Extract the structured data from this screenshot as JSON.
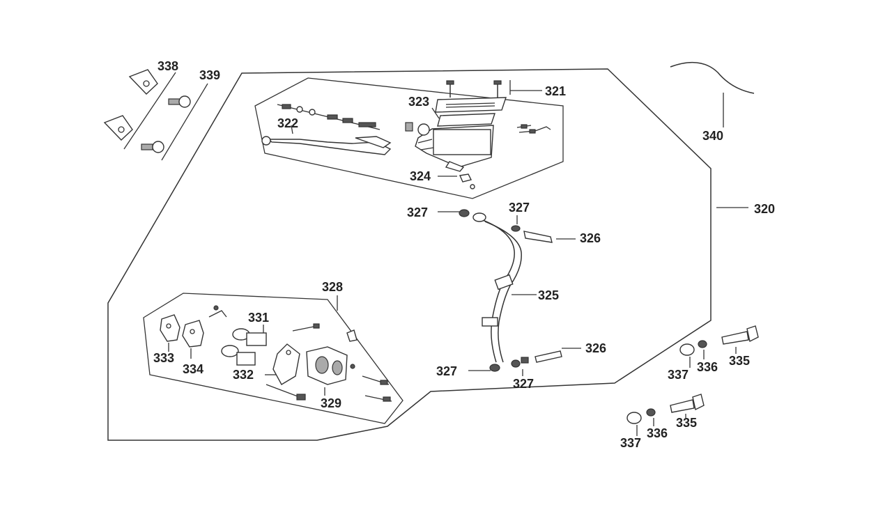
{
  "diagram": {
    "labels": {
      "l338": "338",
      "l339": "339",
      "l340": "340",
      "l320": "320",
      "l321": "321",
      "l322": "322",
      "l323": "323",
      "l324": "324",
      "l327a": "327",
      "l327b": "327",
      "l326a": "326",
      "l325": "325",
      "l328": "328",
      "l331": "331",
      "l333": "333",
      "l334": "334",
      "l332": "332",
      "l329": "329",
      "l326b": "326",
      "l327c": "327",
      "l327d": "327",
      "l337a": "337",
      "l336a": "336",
      "l335a": "335",
      "l337b": "337",
      "l336b": "336",
      "l335b": "335"
    },
    "colors": {
      "line": "#333333",
      "text": "#222222",
      "background": "#ffffff"
    }
  }
}
